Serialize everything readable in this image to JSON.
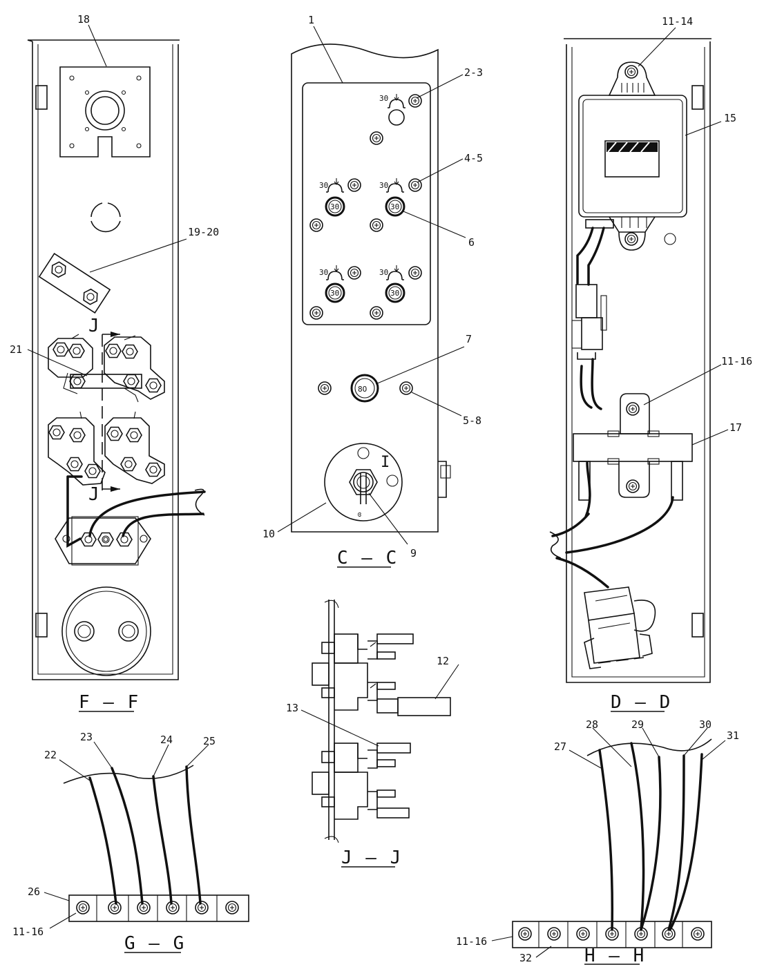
{
  "views": {
    "ff": "F – F",
    "cc": "C – C",
    "dd": "D – D",
    "jj": "J – J",
    "gg": "G – G",
    "hh": "H – H"
  },
  "section_marks": {
    "j_top": "J",
    "j_bottom": "J"
  },
  "callouts": {
    "c1": "1",
    "c2_3": "2-3",
    "c4_5": "4-5",
    "c6": "6",
    "c7": "7",
    "c5_8": "5-8",
    "c9": "9",
    "c10": "10",
    "c11_14": "11-14",
    "c15": "15",
    "c11_16_dd": "11-16",
    "c17": "17",
    "c18": "18",
    "c19_20": "19-20",
    "c21": "21",
    "c12": "12",
    "c13": "13",
    "c22": "22",
    "c23": "23",
    "c24": "24",
    "c25": "25",
    "c26": "26",
    "c11_16_gg": "11-16",
    "c27": "27",
    "c28": "28",
    "c29": "29",
    "c30": "30",
    "c31": "31",
    "c11_16_hh": "11-16",
    "c32": "32"
  },
  "panel_marks": {
    "m30": "30",
    "gauge": "30",
    "switch_label": "I",
    "indicator": "8O",
    "key_mark": "ɞ"
  }
}
